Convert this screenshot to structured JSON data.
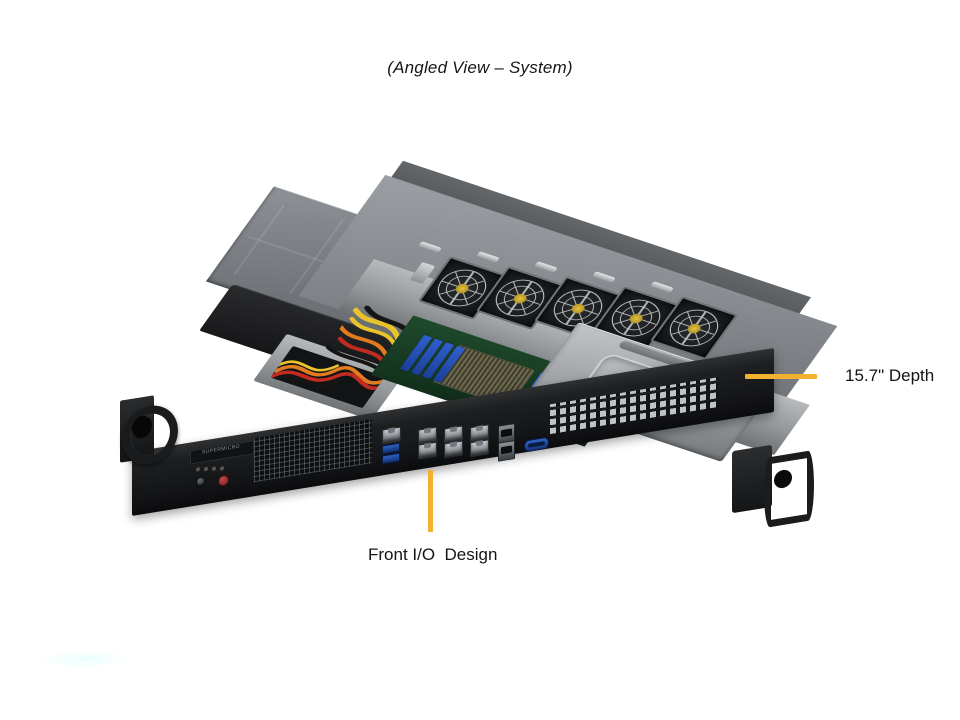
{
  "caption": {
    "text": "(Angled View – System)"
  },
  "annotations": {
    "depth": {
      "label": "15.7\" Depth",
      "leader": "horizontal-line",
      "color": "#F2B230"
    },
    "front_io": {
      "label": "Front I/O  Design",
      "leader": "vertical-line",
      "color": "#F2B230"
    }
  },
  "product": {
    "type": "1U rack server",
    "brand": "SUPERMICRO",
    "orientation": "angled / isometric view, top cover partially removed",
    "front_panel": {
      "brand_plate": "SUPERMICRO",
      "status_leds": 4,
      "reset_button": "reset",
      "power_button": "power",
      "ear_handles": 2
    },
    "io_ports": [
      {
        "name": "ipmi-lan-port",
        "type": "RJ45",
        "count": 1
      },
      {
        "name": "usb-3-port",
        "type": "USB 3.0",
        "count": 2,
        "color": "#2e62c6"
      },
      {
        "name": "lan-port",
        "type": "RJ45",
        "count": 6
      },
      {
        "name": "sfp-plus-cage",
        "type": "SFP+",
        "count": 2
      },
      {
        "name": "vga-port",
        "type": "VGA D-Sub",
        "count": 1,
        "color": "#2f63c8"
      }
    ],
    "internals": {
      "fans": 5,
      "cpu_heatsink": 1,
      "dimm_slots": 8,
      "power_supply": 1,
      "air_shroud": 1,
      "cable_colors": [
        "#e8c32b",
        "#e07b20",
        "#c22b22",
        "#151515"
      ]
    },
    "chassis_colors": {
      "cover": "#7e8287",
      "bezel": "#1d1f21",
      "interior": "#9b9fa3"
    }
  }
}
